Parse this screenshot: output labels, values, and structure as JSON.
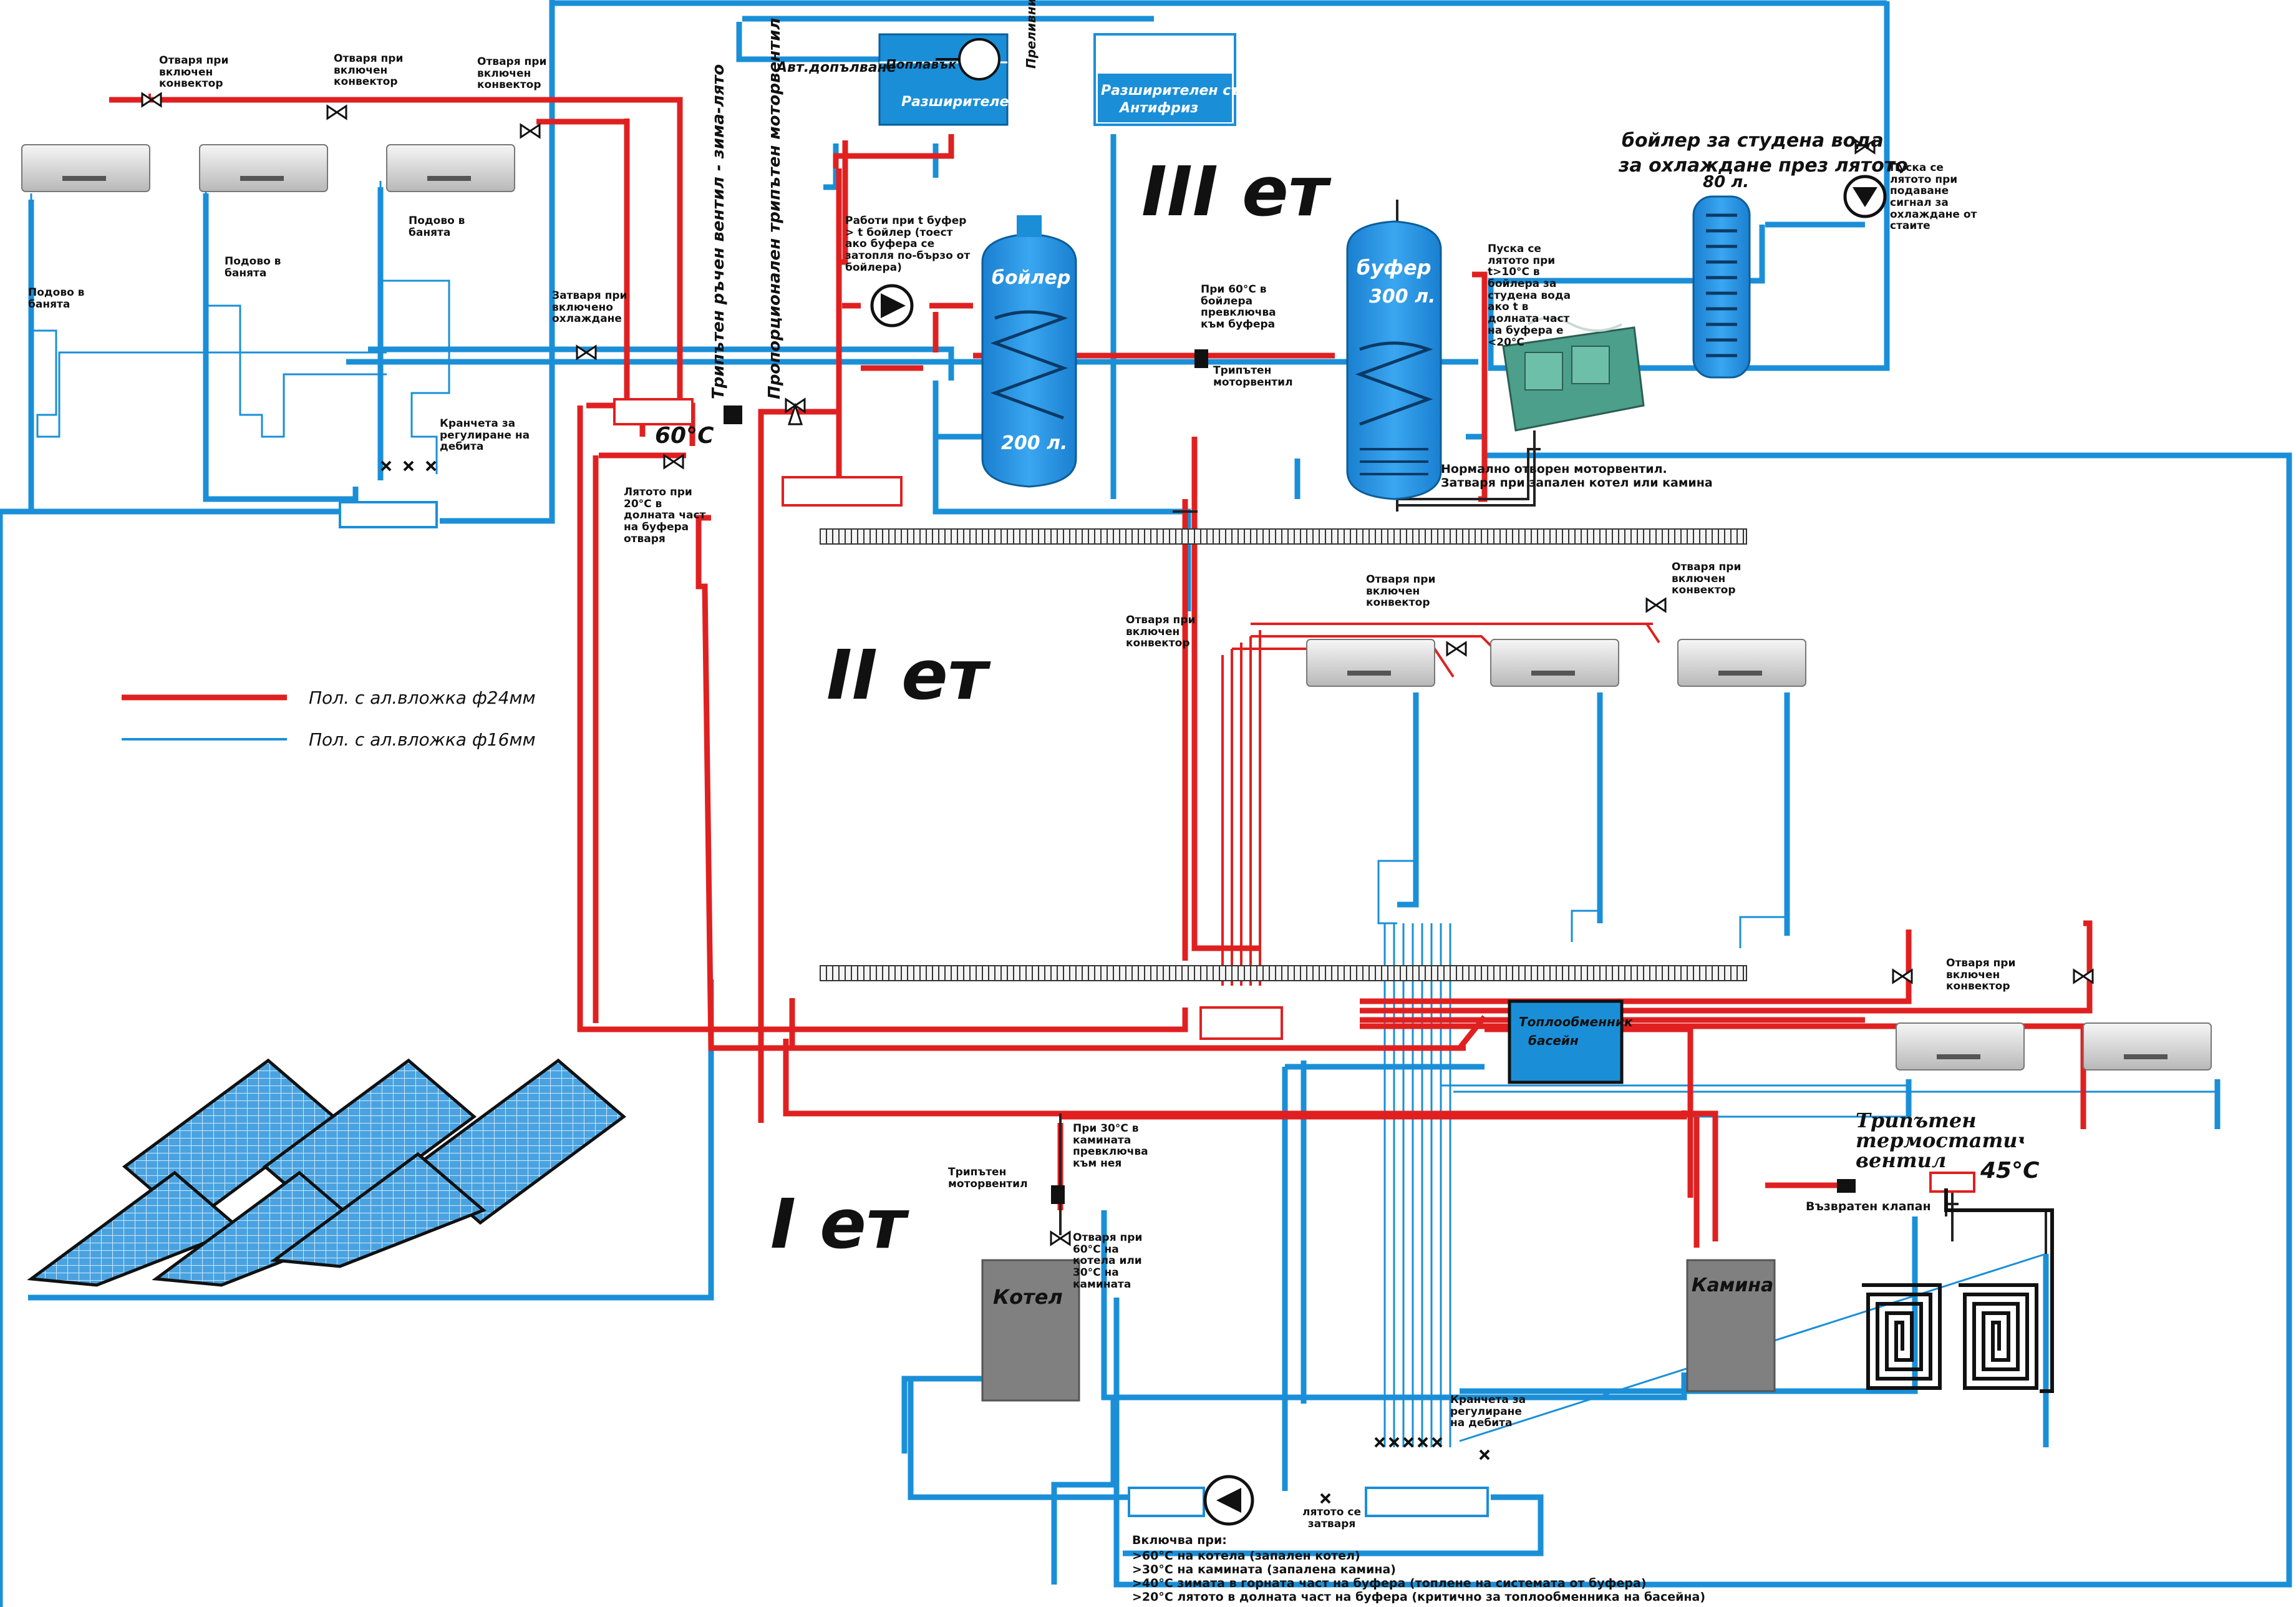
{
  "floors": {
    "third": "III ет",
    "second": "II ет",
    "first": "I ет"
  },
  "legend": {
    "red_label": "Пол. с ал.вложка ф24мм",
    "blue_label": "Пол. с ал.вложка ф16мм",
    "red_color": "#e02020",
    "blue_color": "#1a8fd8"
  },
  "labels": {
    "float": "Поплавък",
    "auto_fill": "Авт.допълване",
    "overflow": "Преливник",
    "exp_vessel": "Разширителен съд",
    "exp_vessel_af_1": "Разширителен съд",
    "exp_vessel_af_2": "Антифриз",
    "opens_conv_1": "Отваря при включен конвектор",
    "opens_conv_2": "Отваря при включен конвектор",
    "opens_conv_3": "Отваря при включен конвектор",
    "floor_bath_1": "Подово в банята",
    "floor_bath_2": "Подово в банята",
    "floor_bath_3": "Подово в банята",
    "closes_cooling": "Затваря при включено охлаждане",
    "taps_regulation": "Кранчета за регулиране на дебита",
    "summer_20": "Лятото при 20°C в долната част на буфера отваря",
    "temp_60": "60°C",
    "three_way_manual": "Трипътен ръчен вентил - зима-лято",
    "proportional_valve": "Пропорционален трипътен моторвентил",
    "works_when": "Работи при t буфер > t бойлер (тоест ако буфера се затопля по-бързо от бойлера)",
    "boiler": "бойлер",
    "boiler_vol": "200 л.",
    "at_60_boiler": "При 60°C в бойлера превключва към буфера",
    "three_way_motor": "Трипътен моторвентил",
    "buffer": "буфер",
    "buffer_vol": "300 л.",
    "starts_summer": "Пуска се лятото при t>10°C в бойлера за студена вода ако t в долната част на буфера е <20°C",
    "cold_boiler_title_1": "бойлер за студена вода",
    "cold_boiler_title_2": "за охлаждане през лятото",
    "cold_boiler_vol": "80 л.",
    "starts_summer_room": "Пуска се лятото при подаване сигнал за охлаждане от стаите",
    "nc_valve_1": "Нормално отворен моторвентил.",
    "nc_valve_2": "Затваря при запален котел или камина",
    "opens_conv_4": "Отваря при включен конвектор",
    "opens_conv_5": "Отваря при включен конвектор",
    "opens_conv_6": "Отваря при включен конвектор",
    "opens_conv_7": "Отваря при включен конвектор",
    "pool_hx_1": "Топлообменник",
    "pool_hx_2": "басейн",
    "at_30_fireplace": "При 30°C в камината превключва към нея",
    "three_way_motor_2": "Трипътен моторвентил",
    "opens_60_30": "Отваря при 60°C на котела или 30°C на камината",
    "kotel": "Котел",
    "kamina": "Камина",
    "three_way_thermo": "Трипътен термостатичен вентил",
    "temp_45": "45°C",
    "check_valve": "Възвратен клапан",
    "taps_regulation_2": "Кранчета за регулиране на дебита",
    "summer_closes": "лятото се затваря",
    "includes_when": "Включва при:",
    "cond_1": ">60°C на котела (запален котел)",
    "cond_2": ">30°C на камината (запалена камина)",
    "cond_3": ">40°C зимата в горната част на буфера (топлене на системата от буфера)",
    "cond_4": ">20°C лятото в долната част на буфера (критично за топлообменника на басейна)"
  }
}
